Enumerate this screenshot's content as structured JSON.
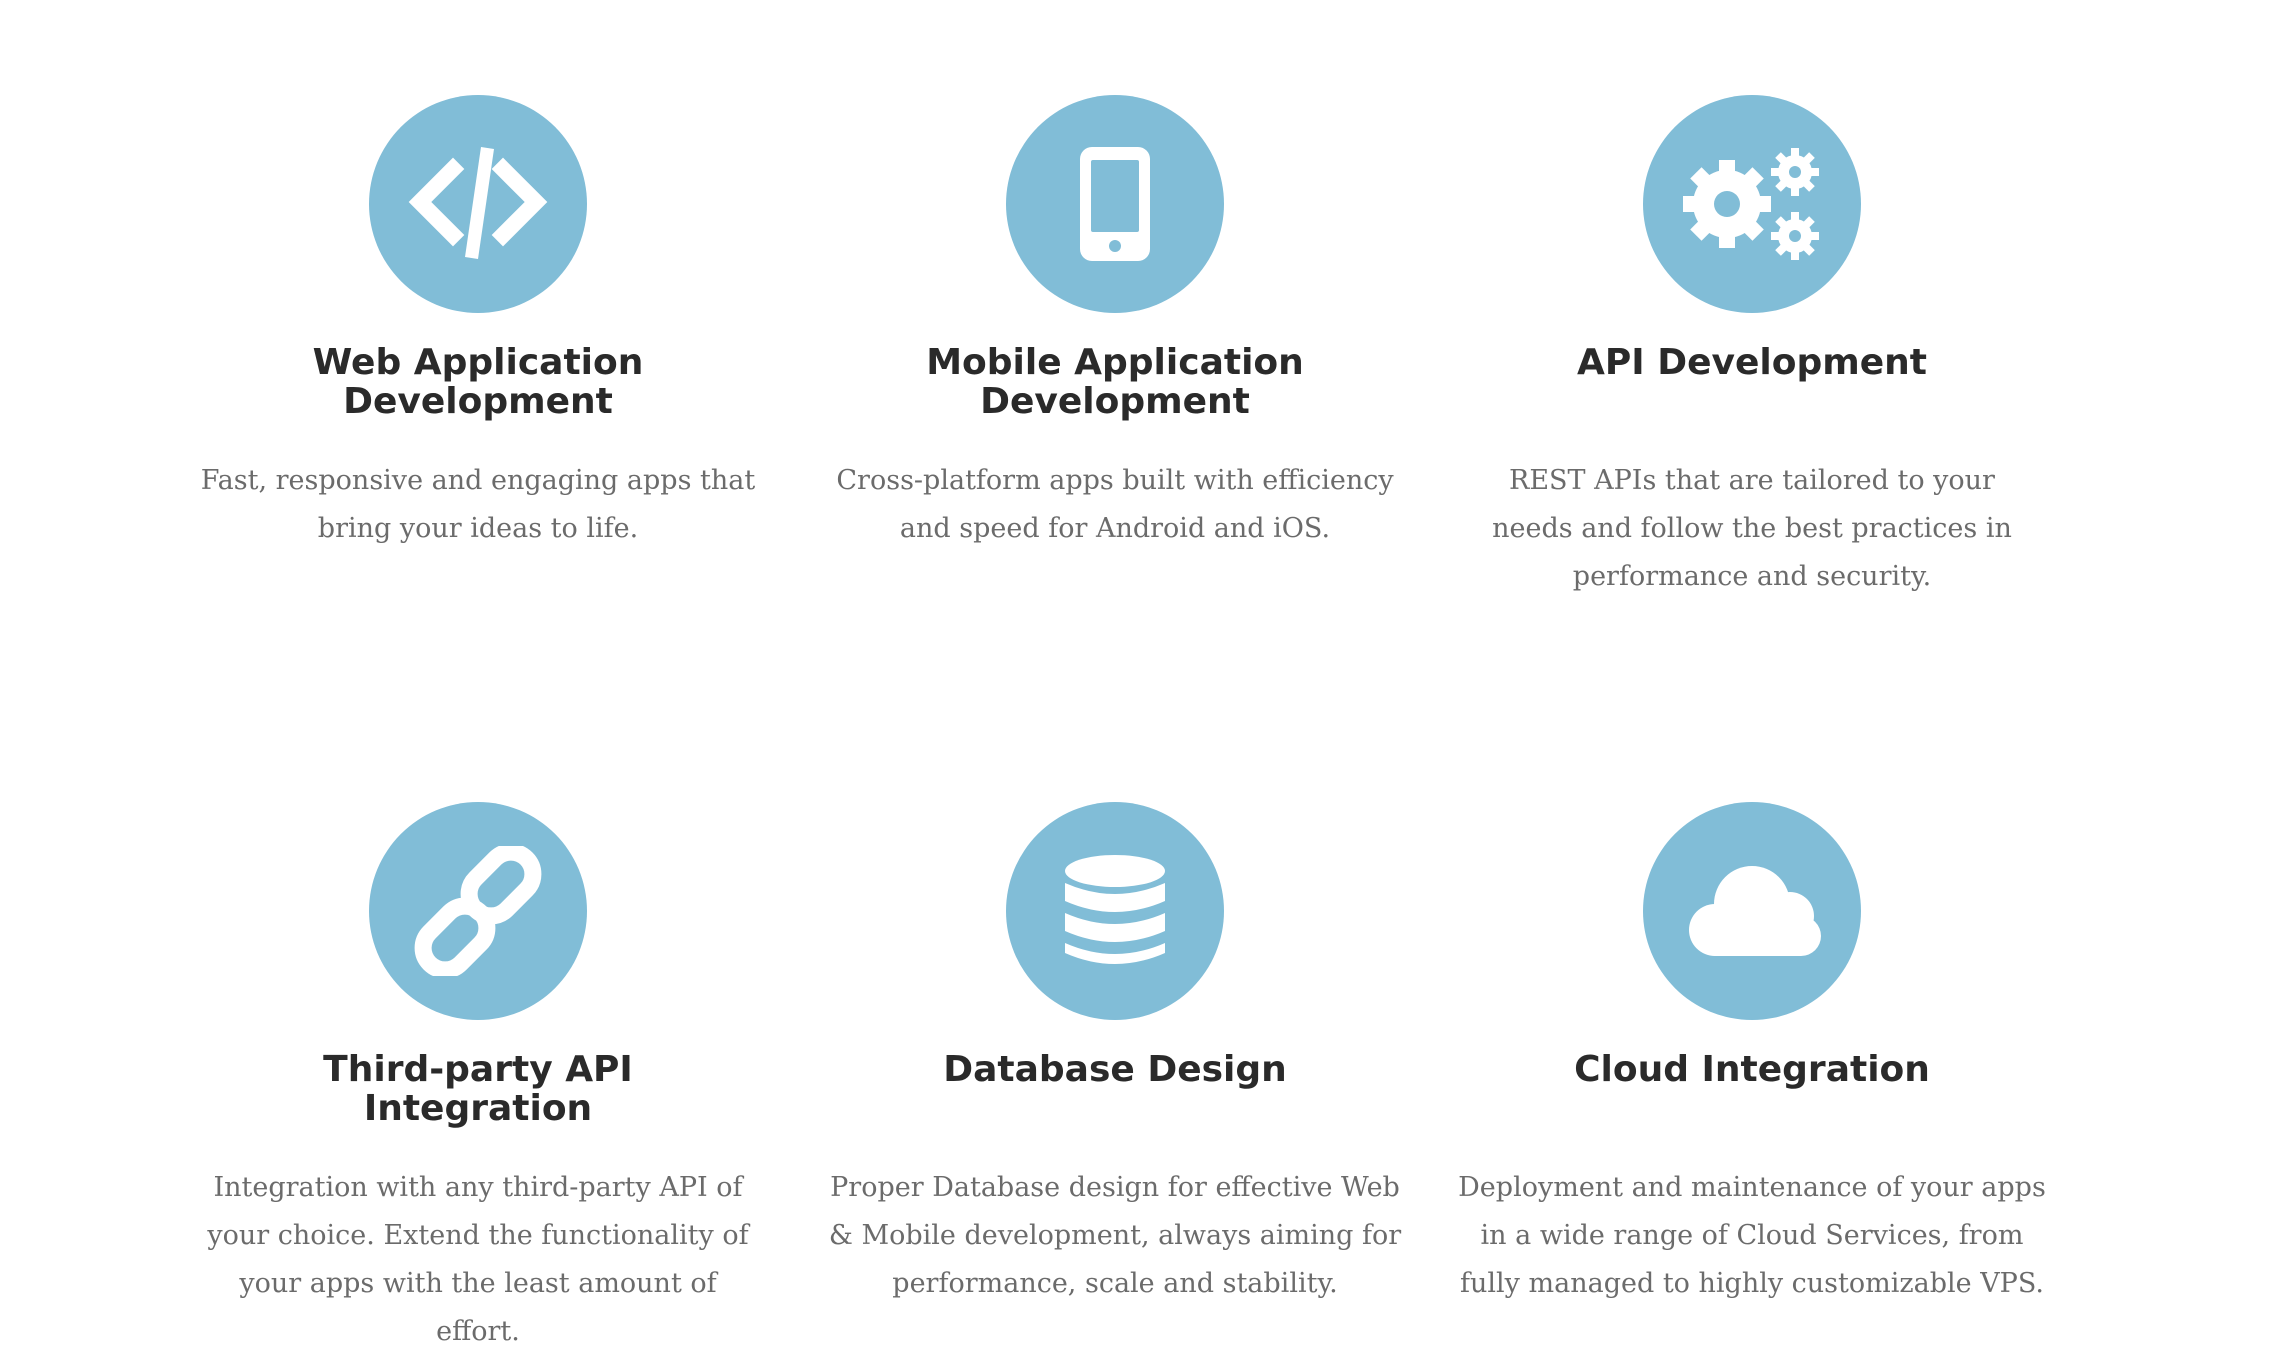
{
  "services": [
    {
      "icon": "code-icon",
      "title": "Web Application Development",
      "description": "Fast, responsive and engaging apps that bring your ideas to life."
    },
    {
      "icon": "mobile-phone-icon",
      "title": "Mobile Application Development",
      "description": "Cross-platform apps built with efficiency and speed for Android and iOS."
    },
    {
      "icon": "gears-icon",
      "title": "API Development",
      "description": "REST APIs that are tailored to your needs and follow the best practices in performance and security."
    },
    {
      "icon": "link-icon",
      "title": "Third-party API Integration",
      "description": "Integration with any third-party API of your choice. Extend the functionality of your apps with the least amount of effort."
    },
    {
      "icon": "database-icon",
      "title": "Database Design",
      "description": "Proper Database design for effective Web & Mobile development, always aiming for performance, scale and stability."
    },
    {
      "icon": "cloud-icon",
      "title": "Cloud Integration",
      "description": "Deployment and maintenance of your apps in a wide range of Cloud Services, from fully managed to highly customizable VPS."
    }
  ],
  "colors": {
    "icon_background": "#81bdd7",
    "title": "#2a2a2a",
    "description": "#6b6b6b",
    "icon_foreground": "#ffffff"
  }
}
